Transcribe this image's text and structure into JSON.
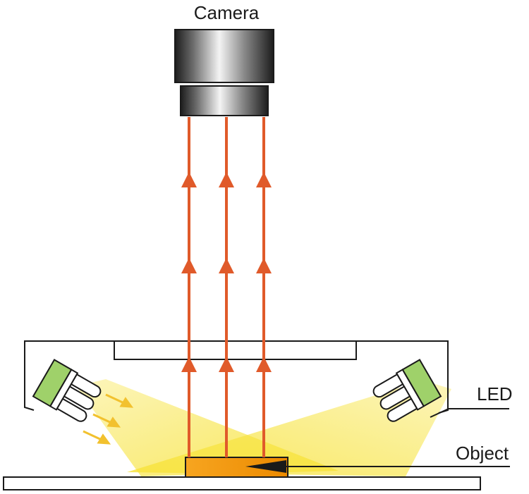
{
  "labels": {
    "camera": "Camera",
    "led": "LED",
    "object": "Object"
  },
  "colors": {
    "ray": "#e05a2a",
    "light_beam": "#f7e33c",
    "light_arrow": "#f2c12e",
    "object_fill": "#f29400",
    "led_body": "#9fd16a"
  },
  "rays": {
    "count": 3,
    "arrows_per_ray": 3,
    "direction": "up"
  }
}
